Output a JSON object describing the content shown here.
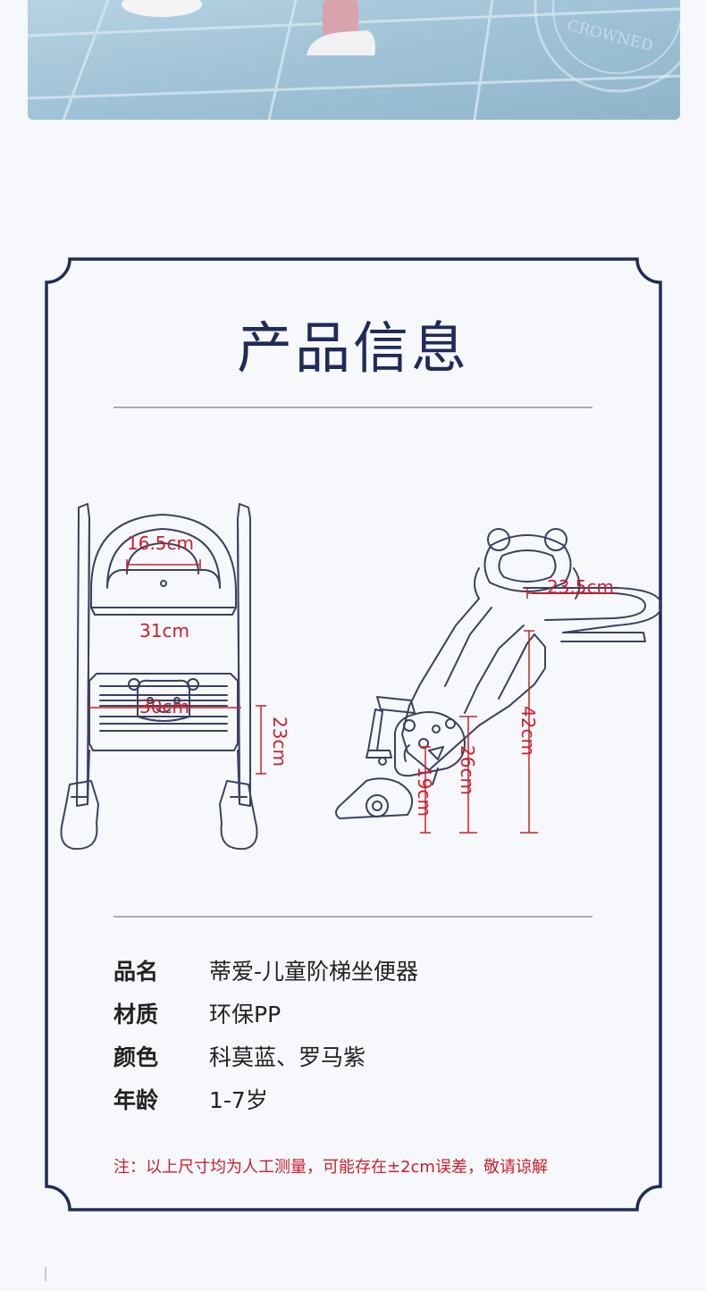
{
  "hero": {
    "watermark_text": "CROWNED"
  },
  "title": "产品信息",
  "dimensions": {
    "seat_inner_width": "16.5cm",
    "seat_width": "31cm",
    "step_width": "30cm",
    "step_height": "23cm",
    "seat_depth": "23.5cm",
    "total_height": "42cm",
    "upper_step_height": "26cm",
    "lower_step_height": "19cm"
  },
  "info": [
    {
      "key": "品名",
      "value": "蒂爱-儿童阶梯坐便器"
    },
    {
      "key": "材质",
      "value": "环保PP"
    },
    {
      "key": "颜色",
      "value": "科莫蓝、罗马紫"
    },
    {
      "key": "年龄",
      "value": "1-7岁"
    }
  ],
  "note": "注：以上尺寸均为人工测量，可能存在±2cm误差，敬请谅解",
  "colors": {
    "frame": "#1f2b59",
    "dimension_red": "#c8202a",
    "hero_tile": "#9fc2d6",
    "background": "#f7f8fc"
  }
}
